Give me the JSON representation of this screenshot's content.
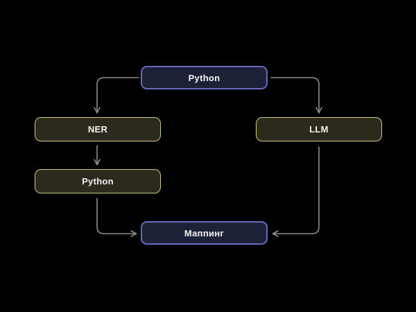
{
  "diagram": {
    "nodes": [
      {
        "id": "python-top",
        "label": "Python",
        "style": "indigo"
      },
      {
        "id": "ner",
        "label": "NER",
        "style": "yellow"
      },
      {
        "id": "llm",
        "label": "LLM",
        "style": "yellow"
      },
      {
        "id": "python-left",
        "label": "Python",
        "style": "yellow"
      },
      {
        "id": "mapping",
        "label": "Маппинг",
        "style": "indigo"
      }
    ],
    "edges": [
      {
        "from": "python-top",
        "to": "ner"
      },
      {
        "from": "python-top",
        "to": "llm"
      },
      {
        "from": "ner",
        "to": "python-left"
      },
      {
        "from": "python-left",
        "to": "mapping"
      },
      {
        "from": "llm",
        "to": "mapping"
      }
    ],
    "colors": {
      "background": "#000000",
      "indigo_node_border": "#656cc0",
      "indigo_node_fill": "#1e2239",
      "yellow_node_border": "#d2cc7e",
      "yellow_node_fill": "#2b2a1d",
      "arrow": "#8c8c8c",
      "label_text": "#f3f4f6"
    }
  }
}
